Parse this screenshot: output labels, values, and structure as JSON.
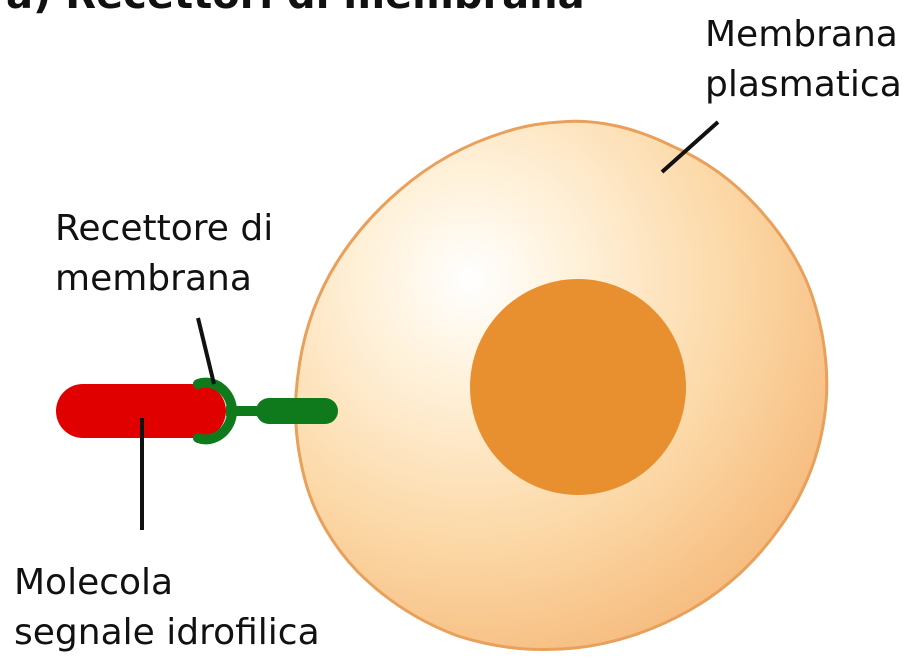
{
  "title": "a) Recettori di membrana",
  "labels": {
    "plasma_membrane": [
      "Membrana",
      "plasmatica"
    ],
    "receptor": [
      "Recettore di",
      "membrana"
    ],
    "signal_molecule": [
      "Molecola",
      "segnale idrofilica"
    ]
  },
  "colors": {
    "cell_fill_light": "#fff6e6",
    "cell_fill_mid": "#fbd6a3",
    "cell_fill_edge": "#f5b878",
    "cell_outline": "#e8a05a",
    "nucleus": "#e8902f",
    "signal_molecule": "#e00000",
    "receptor": "#0f7a1c",
    "leader_lines": "#111111"
  }
}
